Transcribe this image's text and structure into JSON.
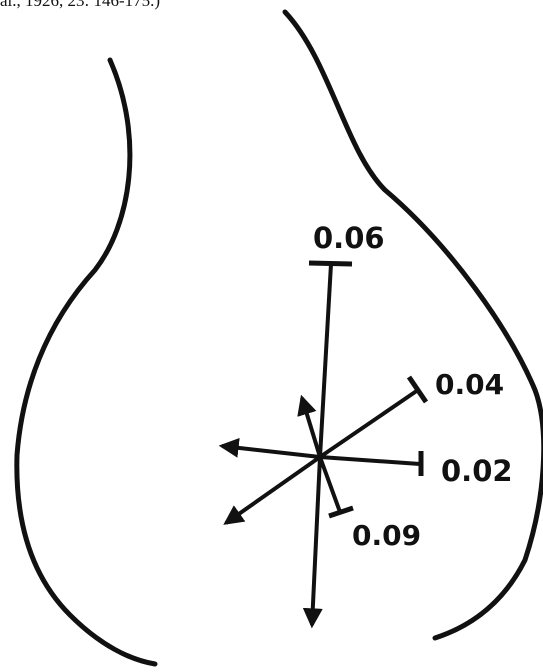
{
  "caption_fragment": "al., 1926, 23: 146-175.)",
  "labels": {
    "top": "0.06",
    "upper_right": "0.04",
    "right": "0.02",
    "lower_right": "0.09"
  },
  "colors": {
    "ink": "#111111",
    "paper": "#ffffff"
  }
}
